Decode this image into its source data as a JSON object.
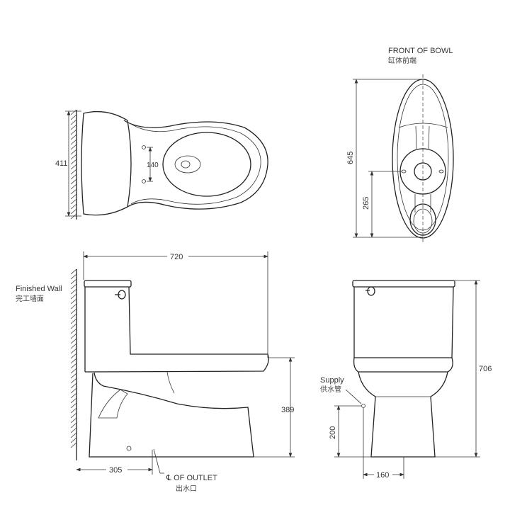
{
  "labels": {
    "front_of_bowl": "FRONT OF BOWL",
    "front_of_bowl_cn": "缸体前端",
    "finished_wall": "Finished Wall",
    "finished_wall_cn": "完工墙面",
    "outlet": "℄ OF OUTLET",
    "outlet_cn": "出水口",
    "supply": "Supply",
    "supply_cn": "供水管"
  },
  "dimensions": {
    "top_depth": "411",
    "seat_hole_spacing": "140",
    "overall_length": "720",
    "bowl_height": "389",
    "rough_in": "305",
    "overall_height": "706",
    "supply_height": "200",
    "supply_offset": "160",
    "footprint_length": "645",
    "bolt_to_front": "265"
  }
}
